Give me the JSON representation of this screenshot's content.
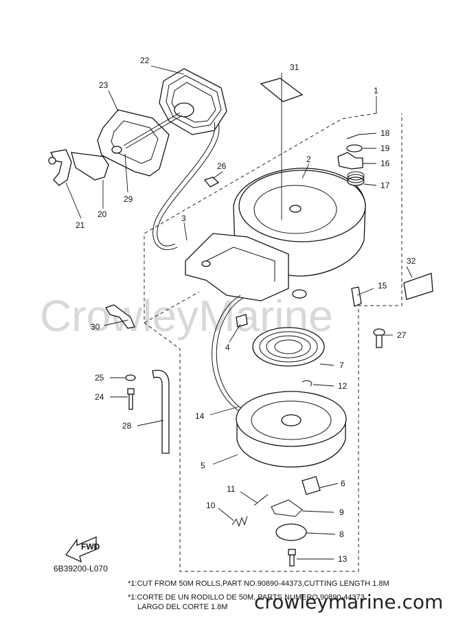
{
  "diagram_code": "6B39200-L070",
  "fwd_label": "FWD",
  "watermark_center": "CrowleyMarine",
  "watermark_bottom": "crowleymarine.com",
  "notes": {
    "line1": "*1:CUT FROM 50M ROLLS,PART NO.90890-44373,CUTTING LENGTH 1.8M",
    "line2": "*1:CORTE DE UN RODILLO DE 50M, PARTS NUMERO 90890-44373",
    "line3": "LARGO DEL CORTE 1.8M"
  },
  "callouts": [
    {
      "id": "c1",
      "text": "1"
    },
    {
      "id": "c2",
      "text": "2"
    },
    {
      "id": "c3",
      "text": "3"
    },
    {
      "id": "c4",
      "text": "4"
    },
    {
      "id": "c5",
      "text": "5"
    },
    {
      "id": "c6",
      "text": "6"
    },
    {
      "id": "c7",
      "text": "7"
    },
    {
      "id": "c8",
      "text": "8"
    },
    {
      "id": "c9",
      "text": "9"
    },
    {
      "id": "c10",
      "text": "10"
    },
    {
      "id": "c11",
      "text": "11"
    },
    {
      "id": "c12",
      "text": "12"
    },
    {
      "id": "c13",
      "text": "13"
    },
    {
      "id": "c14",
      "text": "14"
    },
    {
      "id": "c15",
      "text": "15"
    },
    {
      "id": "c16",
      "text": "16"
    },
    {
      "id": "c17",
      "text": "17"
    },
    {
      "id": "c18",
      "text": "18"
    },
    {
      "id": "c19",
      "text": "19"
    },
    {
      "id": "c20",
      "text": "20"
    },
    {
      "id": "c21",
      "text": "21"
    },
    {
      "id": "c22",
      "text": "22"
    },
    {
      "id": "c23",
      "text": "23"
    },
    {
      "id": "c24",
      "text": "24"
    },
    {
      "id": "c25",
      "text": "25"
    },
    {
      "id": "c26",
      "text": "26"
    },
    {
      "id": "c27",
      "text": "27"
    },
    {
      "id": "c28",
      "text": "28"
    },
    {
      "id": "c29",
      "text": "29"
    },
    {
      "id": "c30",
      "text": "30"
    },
    {
      "id": "c31",
      "text": "31"
    },
    {
      "id": "c32",
      "text": "32"
    }
  ]
}
